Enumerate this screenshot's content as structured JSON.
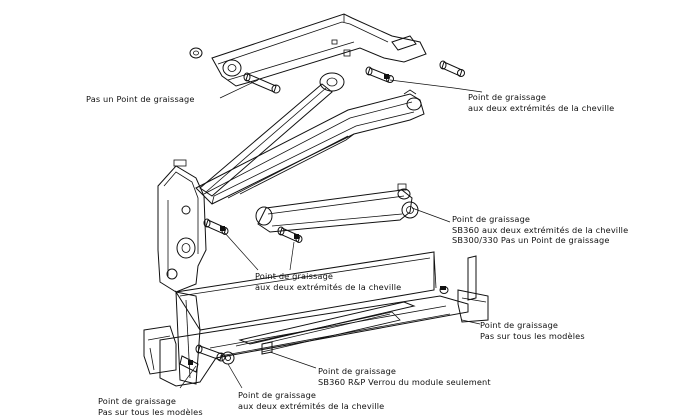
{
  "annotations": {
    "top_left": {
      "lines": [
        "Pas un Point de graissage"
      ]
    },
    "top_right": {
      "lines": [
        "Point de graissage",
        "aux deux extrémités de la cheville"
      ]
    },
    "middle_right": {
      "lines": [
        "Point de graissage",
        "SB360 aux deux extrémités de la cheville",
        "SB300/330 Pas un Point de graissage"
      ]
    },
    "center": {
      "lines": [
        "Point de graissage",
        "aux deux extrémités de la cheville"
      ]
    },
    "right_lower": {
      "lines": [
        "Point de graissage",
        "Pas sur tous les modèles"
      ]
    },
    "bottom_center": {
      "lines": [
        "Point de graissage",
        "SB360 R&P Verrou du module seulement"
      ]
    },
    "bottom_left": {
      "lines": [
        "Point de graissage",
        "Pas sur tous les modèles"
      ]
    },
    "bottom_middle": {
      "lines": [
        "Point de graissage",
        "aux deux extrémités de la cheville"
      ]
    }
  }
}
